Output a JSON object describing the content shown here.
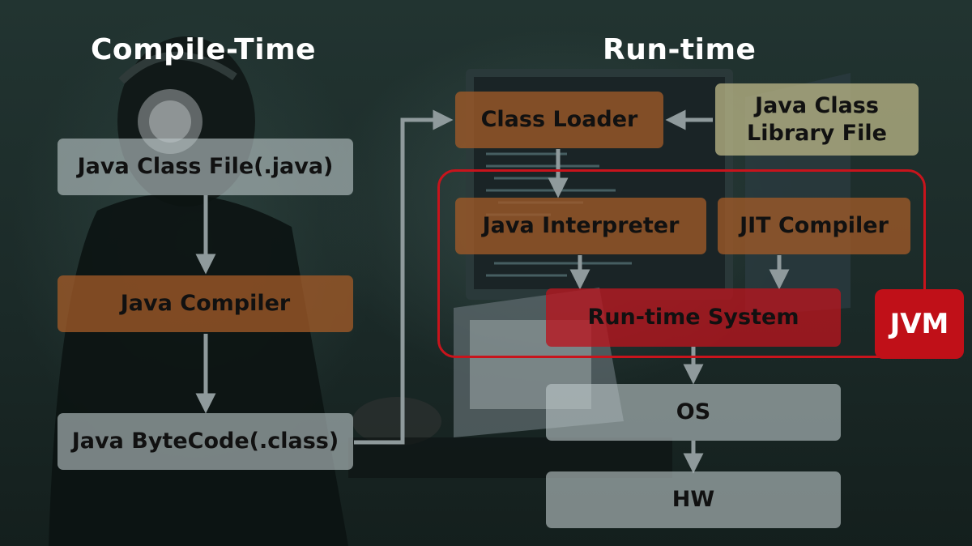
{
  "headings": {
    "compile_time": "Compile-Time",
    "run_time": "Run-time"
  },
  "compile_time": {
    "source_file": "Java Class File(.java)",
    "compiler": "Java Compiler",
    "bytecode": "Java ByteCode(.class)"
  },
  "run_time": {
    "class_loader": "Class Loader",
    "class_library_line1": "Java Class",
    "class_library_line2": "Library File",
    "interpreter": "Java Interpreter",
    "jit_compiler": "JIT Compiler",
    "runtime_system": "Run-time System",
    "os": "OS",
    "hw": "HW"
  },
  "jvm_label": "JVM",
  "colors": {
    "arrow": "#8f9a9c",
    "jvm_red": "#c01018",
    "gray_box": "#bcc6c8",
    "orange_box": "#a05a28",
    "olive_box": "#c4be8c",
    "red_box": "#b9141e"
  }
}
